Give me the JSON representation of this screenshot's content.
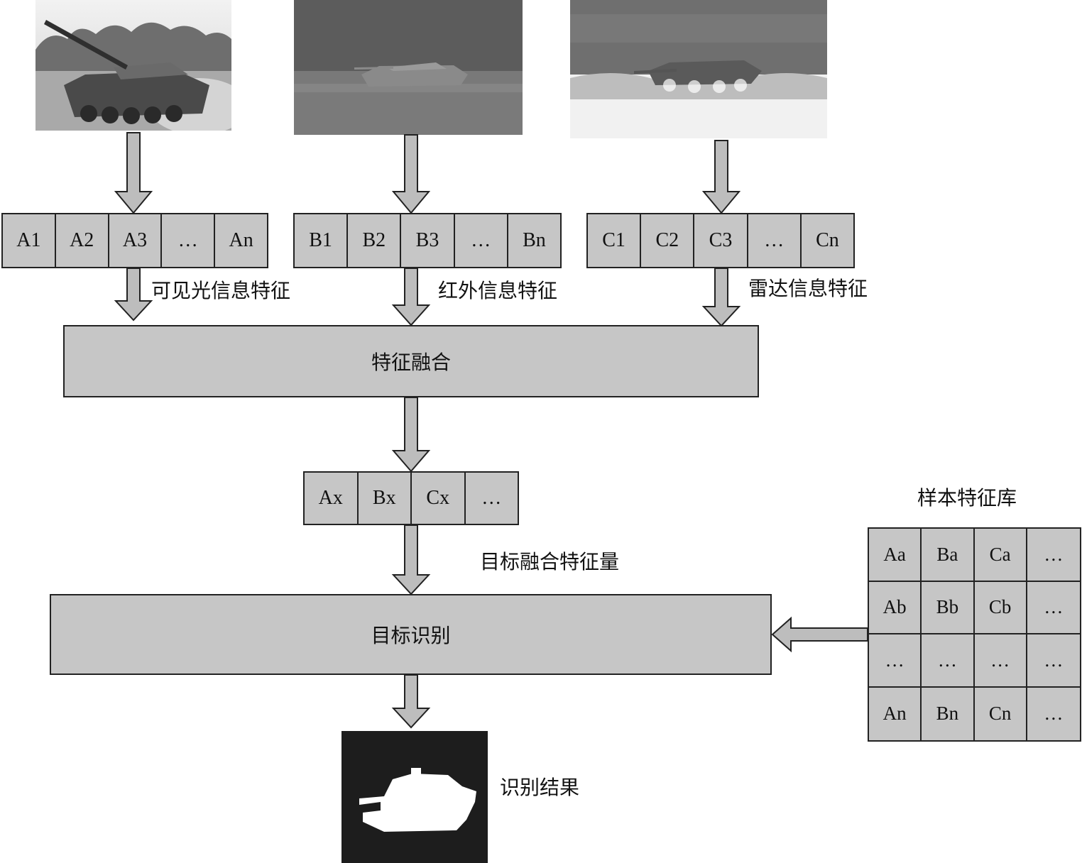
{
  "sources": [
    {
      "cells": [
        "A1",
        "A2",
        "A3",
        "…",
        "An"
      ],
      "label": "可见光信息特征"
    },
    {
      "cells": [
        "B1",
        "B2",
        "B3",
        "…",
        "Bn"
      ],
      "label": "红外信息特征"
    },
    {
      "cells": [
        "C1",
        "C2",
        "C3",
        "…",
        "Cn"
      ],
      "label": "雷达信息特征"
    }
  ],
  "fusion_box": "特征融合",
  "fused_vector": {
    "cells": [
      "Ax",
      "Bx",
      "Cx",
      "…"
    ],
    "label": "目标融合特征量"
  },
  "recognition_box": "目标识别",
  "sample_library": {
    "title": "样本特征库",
    "rows": [
      [
        "Aa",
        "Ba",
        "Ca",
        "…"
      ],
      [
        "Ab",
        "Bb",
        "Cb",
        "…"
      ],
      [
        "…",
        "…",
        "…",
        "…"
      ],
      [
        "An",
        "Bn",
        "Cn",
        "…"
      ]
    ]
  },
  "result_label": "识别结果"
}
